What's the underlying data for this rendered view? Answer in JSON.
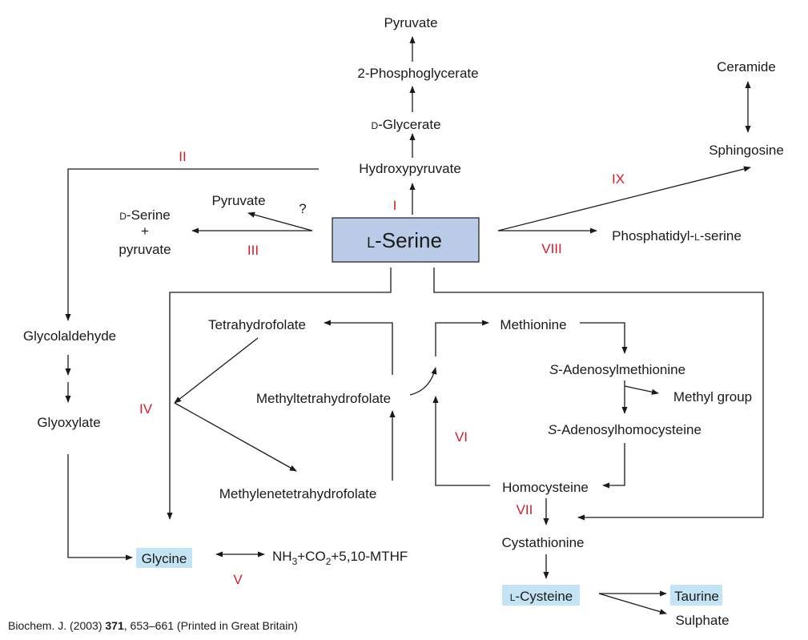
{
  "nodes": {
    "pyruvate_top": "Pyruvate",
    "phosphoglycerate": "2-Phosphoglycerate",
    "glycerate_prefix": "D",
    "glycerate_rest": "-Glycerate",
    "hydroxypyruvate": "Hydroxypyruvate",
    "serine_prefix": "L",
    "serine_rest": "-Serine",
    "pyruvate_mid": "Pyruvate",
    "question": "?",
    "dserine_prefix": "D",
    "dserine_rest": "-Serine",
    "plus": "+",
    "pyruvate_left": "pyruvate",
    "ceramide": "Ceramide",
    "sphingosine": "Sphingosine",
    "phosphatidyl_a": "Phosphatidyl-",
    "phosphatidyl_prefix": "L",
    "phosphatidyl_b": "-serine",
    "glycolaldehyde": "Glycolaldehyde",
    "glyoxylate": "Glyoxylate",
    "tetrahydrofolate": "Tetrahydrofolate",
    "methyltetrahydrofolate": "Methyltetrahydrofolate",
    "methylenetetrahydrofolate": "Methylenetetrahydrofolate",
    "methionine": "Methionine",
    "sam_italic": "S",
    "sam_rest": "-Adenosylmethionine",
    "methyl_group": "Methyl group",
    "sah_italic": "S",
    "sah_rest": "-Adenosylhomocysteine",
    "homocysteine": "Homocysteine",
    "cystathionine": "Cystathionine",
    "cysteine_prefix": "L",
    "cysteine_rest": "-Cysteine",
    "taurine": "Taurine",
    "sulphate": "Sulphate",
    "glycine": "Glycine",
    "products_nh": "NH",
    "products_sub1": "3",
    "products_co": "+CO",
    "products_sub2": "2",
    "products_tail": "+5,10-MTHF"
  },
  "numerals": {
    "i": "I",
    "ii": "II",
    "iii": "III",
    "iv": "IV",
    "v": "V",
    "vi": "VI",
    "vii": "VII",
    "viii": "VIII",
    "ix": "IX"
  },
  "citation": {
    "journal": "Biochem. J. (2003)",
    "volume": "371",
    "pages": ", 653–661 (Printed in Great Britain)"
  },
  "colors": {
    "serine_box_fill": "#b9cbe6",
    "serine_box_stroke": "#2b2b2b",
    "highlight_fill": "#c4e4f6",
    "numeral_red": "#d0202a"
  }
}
